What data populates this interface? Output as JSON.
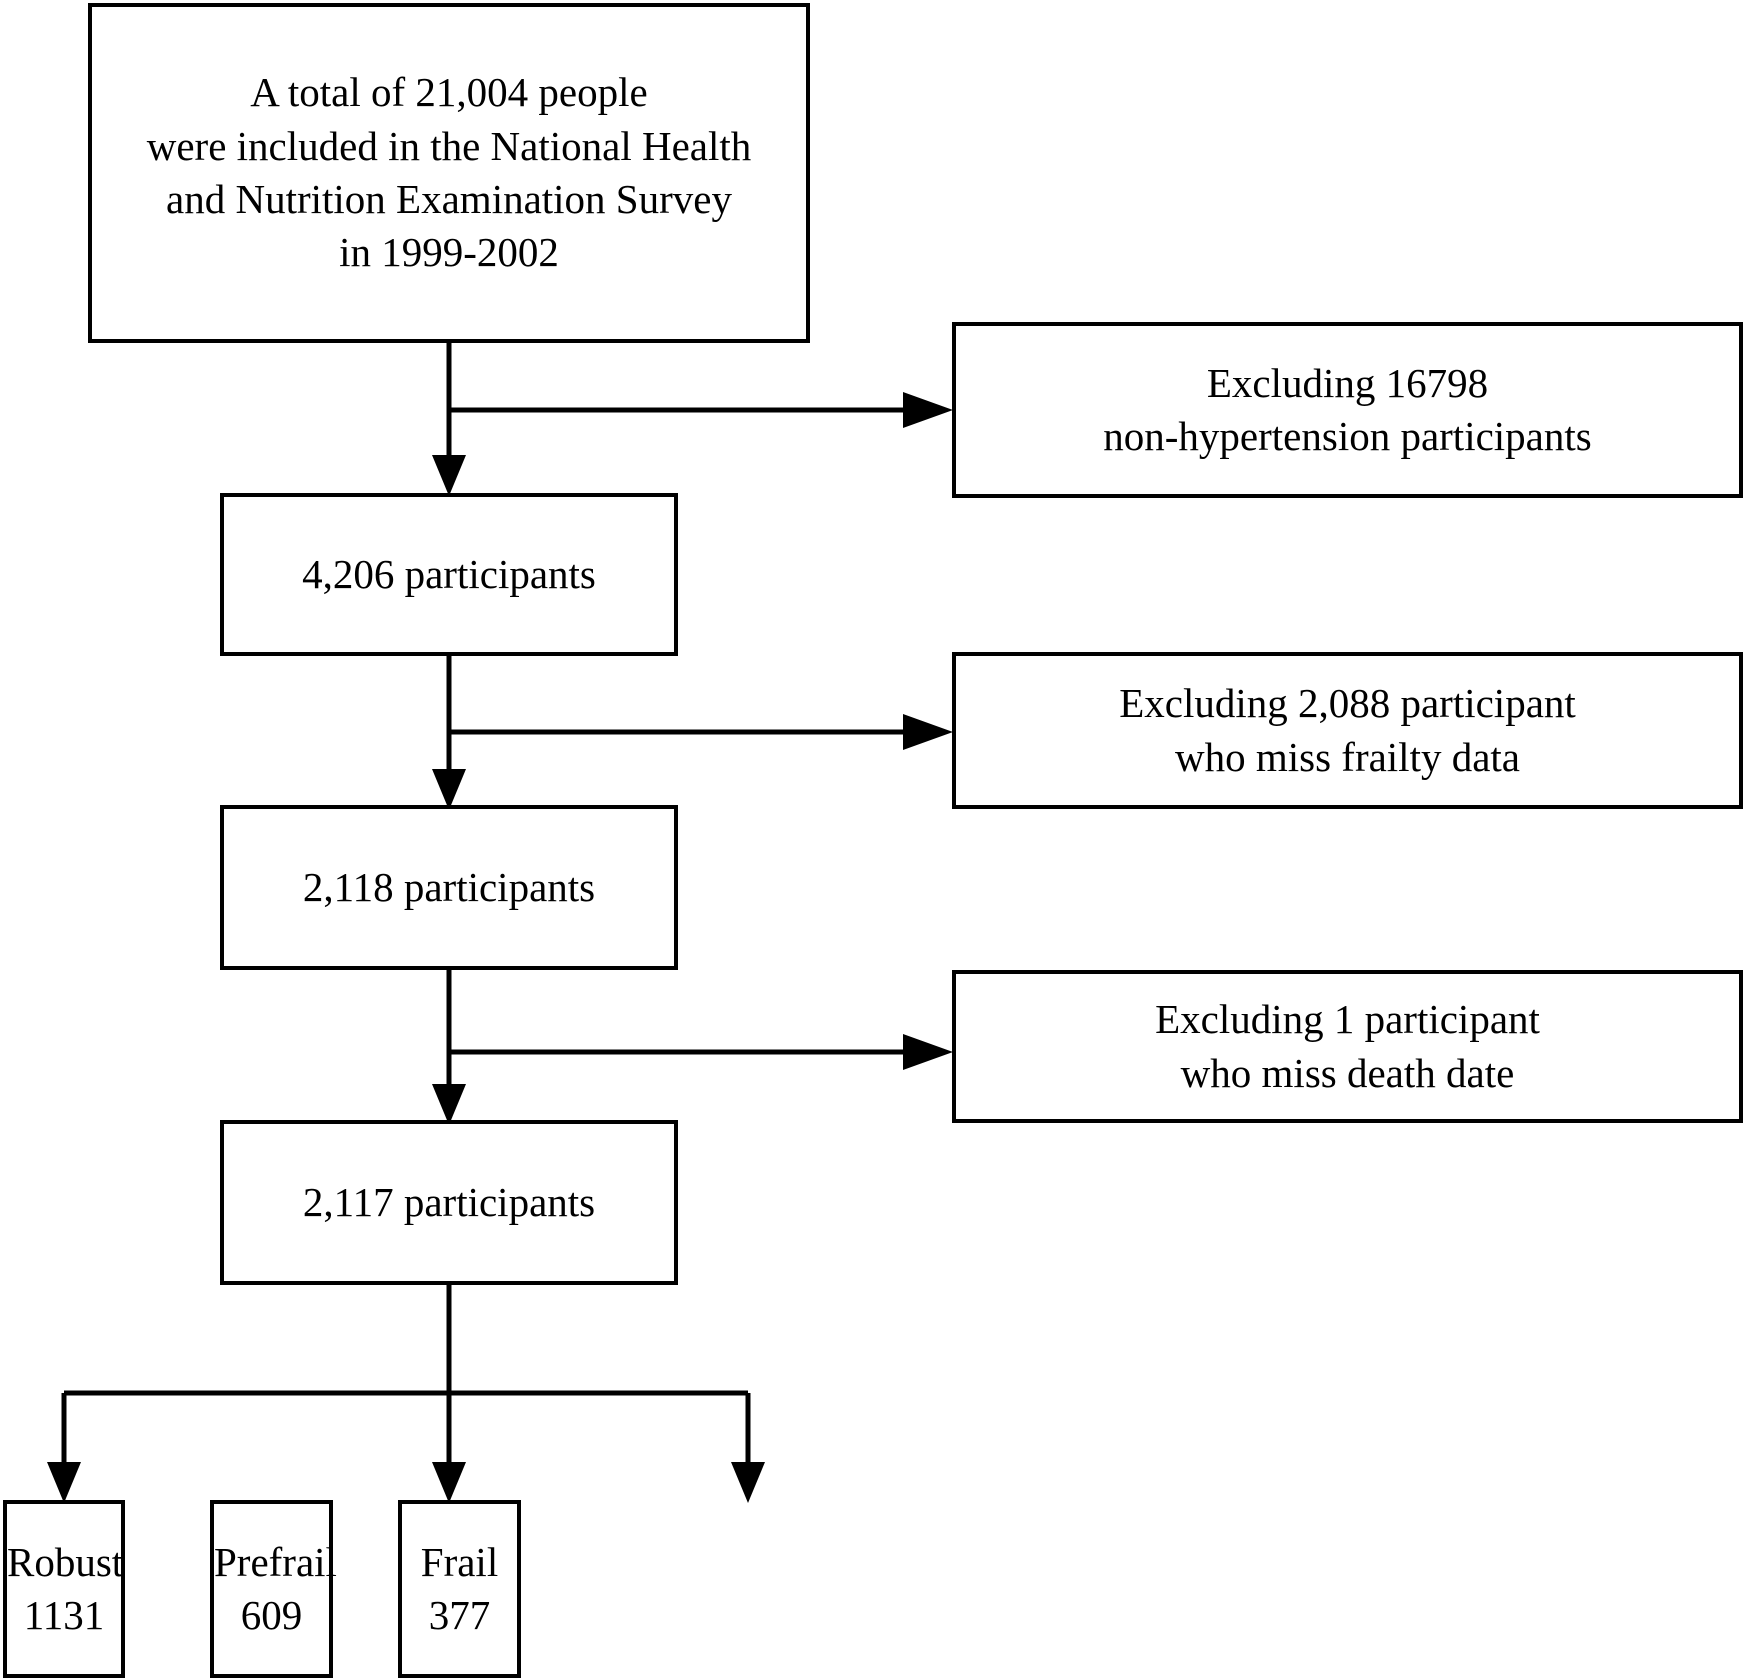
{
  "diagram": {
    "title": "NHANES participant selection flow diagram",
    "stroke_color": "#000000",
    "background_color": "#ffffff"
  },
  "nodes": {
    "total": {
      "label": "A total of 21,004 people\nwere included in the National Health\nand Nutrition Examination Survey\nin 1999-2002",
      "count": "21,004"
    },
    "exclusion_1": {
      "label": "Excluding 16798\nnon-hypertension participants",
      "count": "16798",
      "reason": "non-hypertension participants"
    },
    "count_4206": {
      "label": "4,206 participants",
      "count": "4,206"
    },
    "exclusion_2": {
      "label": "Excluding 2,088 participant\nwho miss frailty data",
      "count": "2,088",
      "reason": "who miss frailty data"
    },
    "count_2118": {
      "label": "2,118 participants",
      "count": "2,118"
    },
    "exclusion_3": {
      "label": "Excluding 1 participant\nwho miss death date",
      "count": "1",
      "reason": "who miss death date"
    },
    "count_2117": {
      "label": "2,117 participants",
      "count": "2,117"
    },
    "robust": {
      "label": "Robust\n1131",
      "group": "Robust",
      "count": "1131"
    },
    "prefrail": {
      "label": "Prefrail\n609",
      "group": "Prefrail",
      "count": "609"
    },
    "frail": {
      "label": "Frail\n377",
      "group": "Frail",
      "count": "377"
    }
  }
}
